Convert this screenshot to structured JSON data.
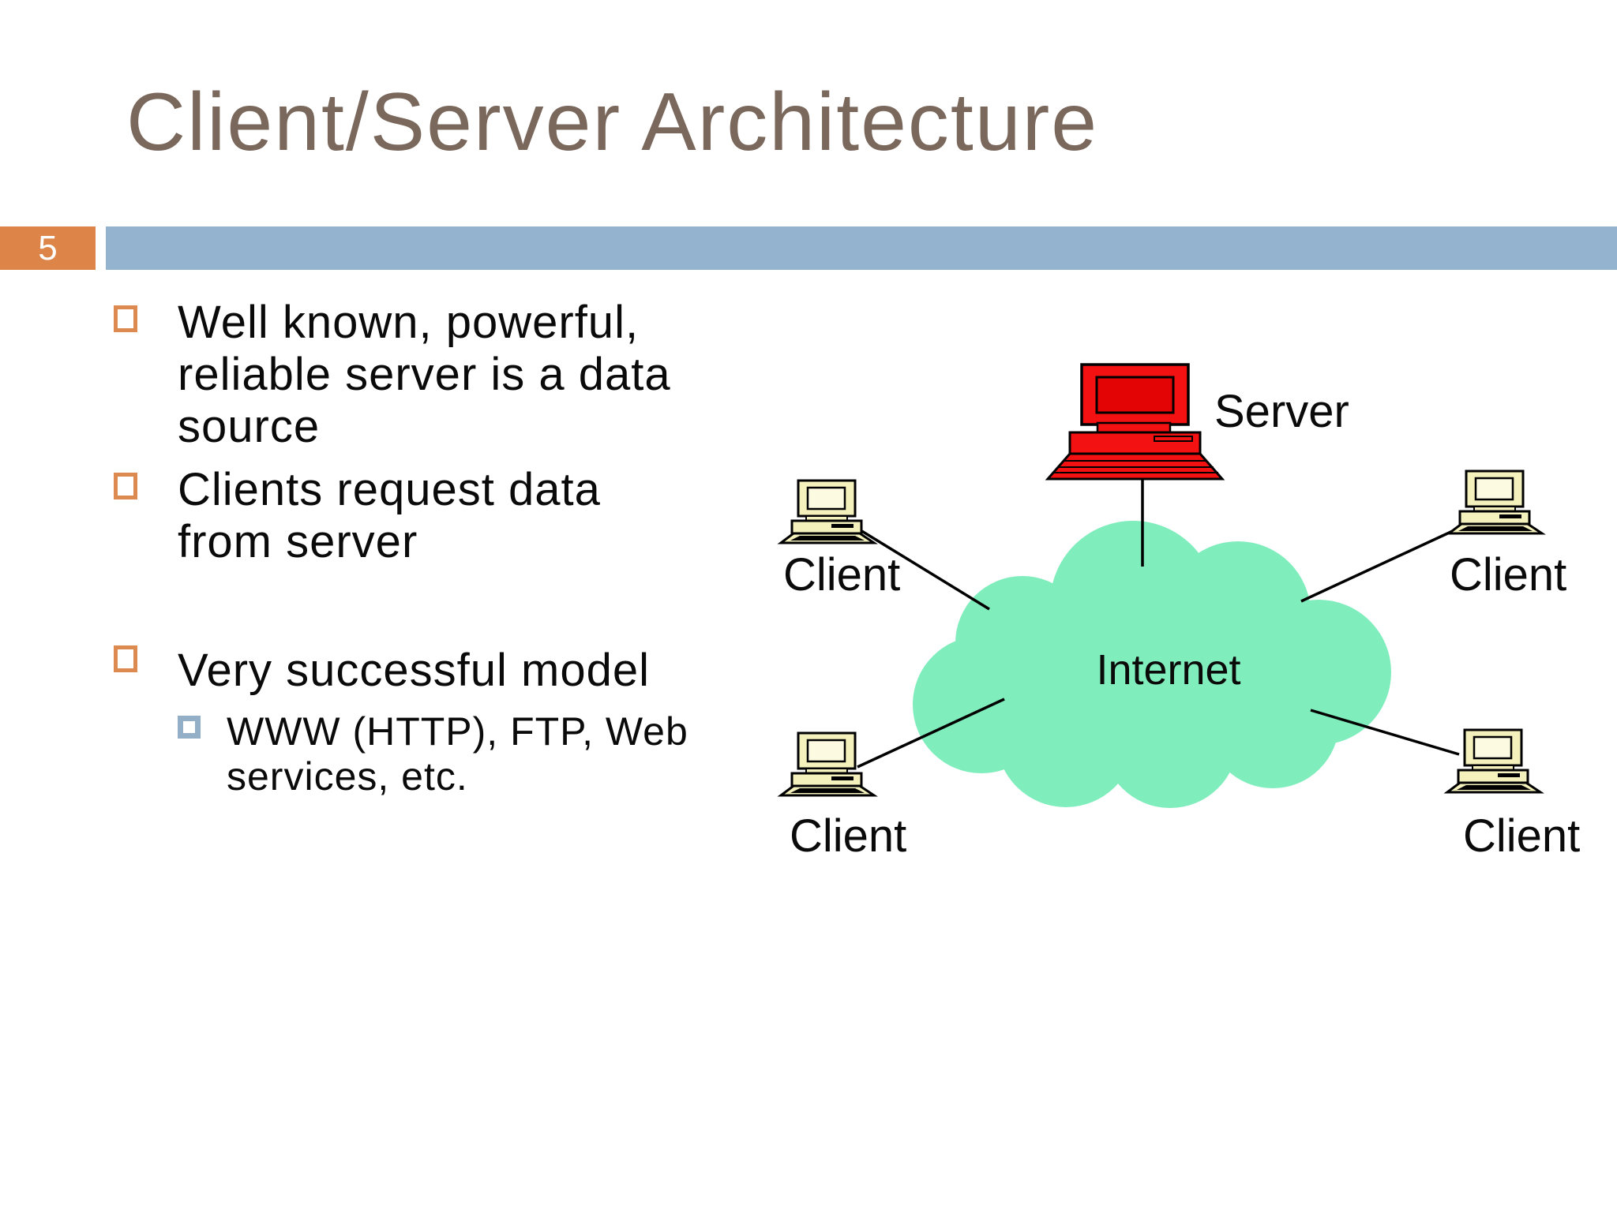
{
  "slide": {
    "title": "Client/Server Architecture",
    "page_number": "5",
    "bullets": [
      {
        "level": 1,
        "text": "Well known, powerful,\nreliable server is a data\nsource"
      },
      {
        "level": 1,
        "text": "Clients request data\nfrom server"
      },
      {
        "level": 1,
        "text": "Very successful model"
      },
      {
        "level": 2,
        "text": "WWW (HTTP), FTP, Web\nservices, etc."
      }
    ],
    "diagram": {
      "server_label": "Server",
      "internet_label": "Internet",
      "client_labels": [
        "Client",
        "Client",
        "Client",
        "Client"
      ]
    },
    "colors": {
      "title_brown": "#7A685C",
      "bar_blue": "#94B3CE",
      "box_orange": "#DD8449",
      "bullet_orange": "#DC8A50",
      "subbullet_blue": "#92AFC7",
      "cloud_mint": "#80EDBD",
      "server_red": "#F31111",
      "server_red_dark": "#E30505",
      "client_cream": "#F5F1BC",
      "client_screen": "#FCFAE0",
      "text_black": "#0A0A0A"
    }
  }
}
